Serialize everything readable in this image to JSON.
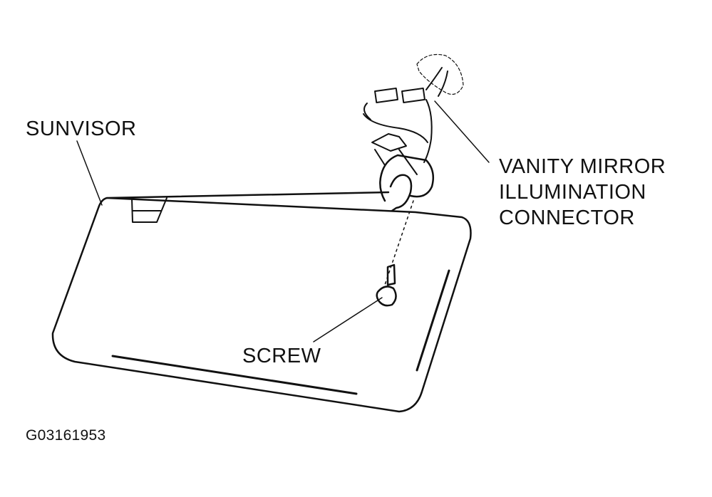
{
  "labels": {
    "sunvisor": "SUNVISOR",
    "connector_line1": "VANITY MIRROR",
    "connector_line2": "ILLUMINATION",
    "connector_line3": "CONNECTOR",
    "screw": "SCREW",
    "figure_id": "G03161953"
  }
}
